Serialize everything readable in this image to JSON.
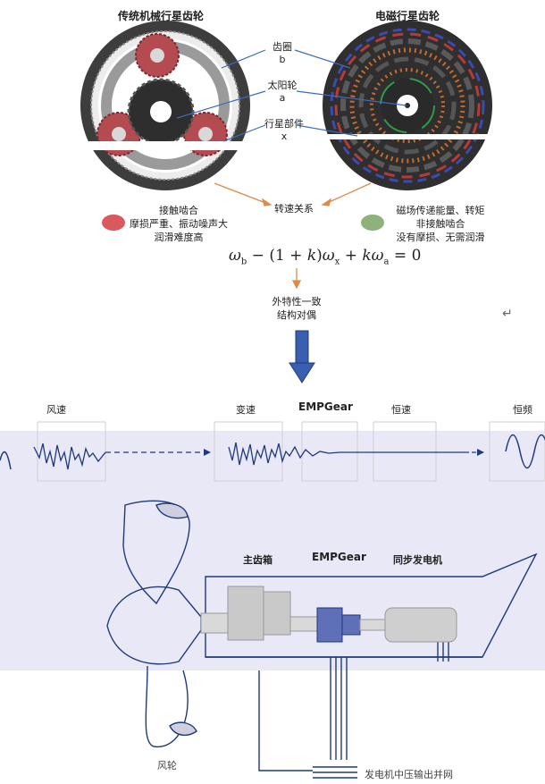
{
  "top": {
    "left_title": "传统机械行星齿轮",
    "right_title": "电磁行星齿轮",
    "labels": {
      "ring": "齿圈",
      "ring_sym": "b",
      "sun": "太阳轮",
      "sun_sym": "a",
      "planet": "行星部件",
      "planet_sym": "x"
    },
    "speed_relation": "转速关系",
    "left_notes": [
      "接触啮合",
      "摩损严重、振动噪声大",
      "润滑难度高"
    ],
    "right_notes": [
      "磁场传递能量、转矩",
      "非接触啮合",
      "没有摩损、无需润滑"
    ],
    "result": [
      "外特性一致",
      "结构对偶"
    ],
    "colors": {
      "bad": "#d9595e",
      "good": "#8fb27d",
      "arrow": "#e08a4a",
      "big_arrow": "#3b5fb0"
    }
  },
  "bottom": {
    "signals": {
      "wind_speed": "风速",
      "variable_speed": "变速",
      "empgear_signal": "EMPGear",
      "constant_speed": "恒速",
      "constant_freq": "恒频"
    },
    "parts": {
      "gearbox": "主齿箱",
      "empgear": "EMPGear",
      "generator": "同步发电机",
      "rotor": "风轮",
      "grid": "发电机中压输出并网"
    },
    "colors": {
      "band": "#e9e8f6",
      "line": "#1f3a78",
      "gearbox": "#c9c9c9",
      "empgear": "#5f6fb8"
    }
  }
}
